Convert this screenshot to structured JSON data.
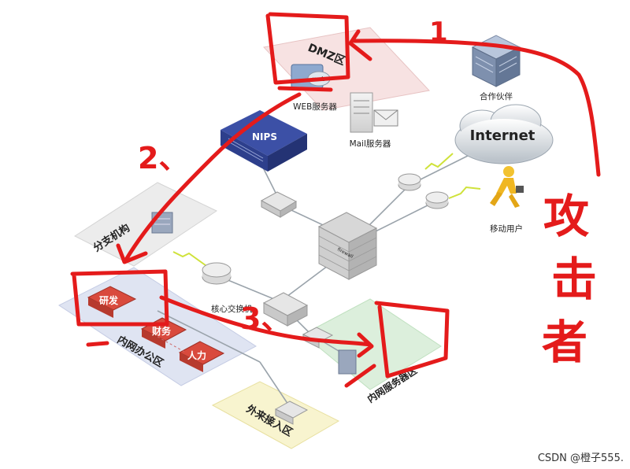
{
  "zones": {
    "dmz": "DMZ区",
    "branch": "分支机构",
    "office": "内网办公区",
    "server": "内网服务器区",
    "external": "外来接入区"
  },
  "devices": {
    "web_server": "WEB服务器",
    "web_badge": "web",
    "mail_server": "Mail服务器",
    "nips": "NIPS",
    "internet": "Internet",
    "partner": "合作伙伴",
    "mobile_user": "移动用户",
    "core_switch": "核心交换机",
    "firewall": "firewall"
  },
  "office_depts": [
    "研发",
    "财务",
    "人力"
  ],
  "annotations": {
    "step1": "1",
    "step2": "2、",
    "step3": "3、",
    "attacker": [
      "攻",
      "击",
      "者"
    ]
  },
  "watermark": "CSDN @橙子555.",
  "colors": {
    "annotation_red": "#e41b1b",
    "nips_blue": "#2d3f8c",
    "dept_red": "#c62828"
  }
}
